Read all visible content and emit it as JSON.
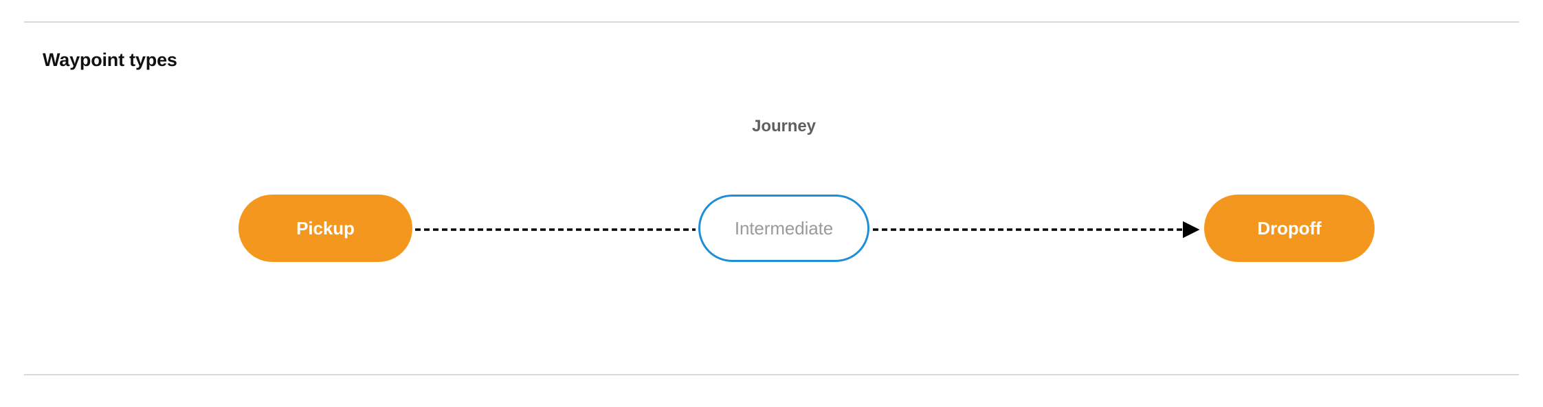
{
  "section": {
    "title": "Waypoint types"
  },
  "diagram": {
    "group_label": "Journey",
    "nodes": [
      {
        "id": "pickup",
        "label": "Pickup",
        "style": "filled",
        "color": "#f4971f",
        "text_color": "#ffffff"
      },
      {
        "id": "intermediate",
        "label": "Intermediate",
        "style": "outlined",
        "color": "#1f8ed6",
        "text_color": "#9a9a9a"
      },
      {
        "id": "dropoff",
        "label": "Dropoff",
        "style": "filled",
        "color": "#f4971f",
        "text_color": "#ffffff"
      }
    ],
    "connectors": [
      {
        "from": "pickup",
        "to": "intermediate",
        "style": "dashed",
        "arrow": false,
        "color": "#000000"
      },
      {
        "from": "intermediate",
        "to": "dropoff",
        "style": "dashed",
        "arrow": true,
        "color": "#000000"
      }
    ]
  },
  "colors": {
    "accent_orange": "#f4971f",
    "accent_blue": "#1f8ed6",
    "divider": "#d9d9d9",
    "muted_text": "#5f5f5f",
    "placeholder_text": "#9a9a9a",
    "title_text": "#111111"
  }
}
